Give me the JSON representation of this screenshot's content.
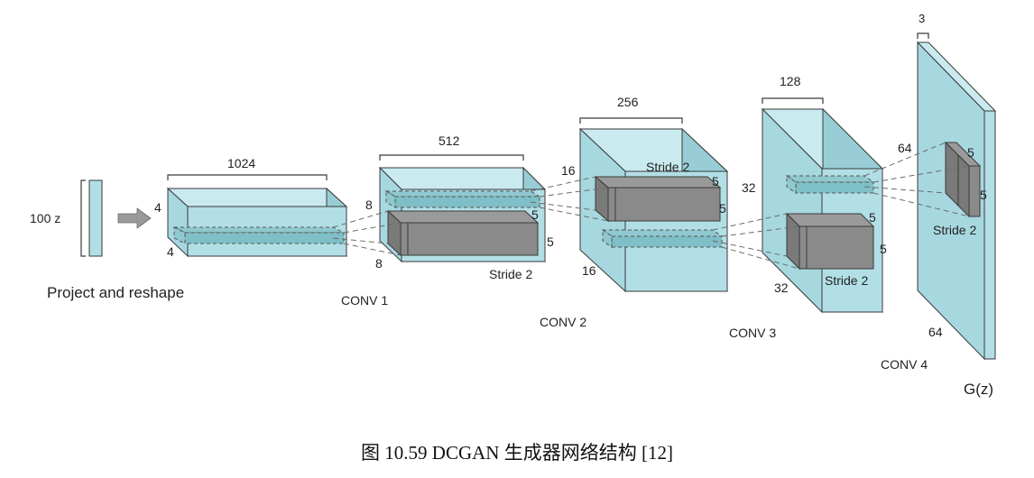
{
  "colors": {
    "layer_front": "#b2dfe6",
    "layer_top": "#c9ebf0",
    "layer_side": "#98cdd6",
    "edge": "#3a3a3a",
    "kernel": "#8a8a8a",
    "dashed": "#666666"
  },
  "input": {
    "label": "100 z",
    "caption": "Project and reshape"
  },
  "layers": {
    "l0": {
      "width_label": "1024",
      "h1": "4",
      "h2": "4"
    },
    "conv1": {
      "name": "CONV 1",
      "width_label": "512",
      "h1": "8",
      "h2": "8",
      "k1": "5",
      "k2": "5",
      "stride": "Stride 2"
    },
    "conv2": {
      "name": "CONV 2",
      "width_label": "256",
      "h1": "16",
      "h2": "16",
      "k1": "5",
      "k2": "5",
      "stride": "Stride 2"
    },
    "conv3": {
      "name": "CONV 3",
      "width_label": "128",
      "h1": "32",
      "h2": "32",
      "k1": "5",
      "k2": "5",
      "stride": "Stride 2"
    },
    "conv4": {
      "name": "CONV 4",
      "width_label": "3",
      "h1": "64",
      "h2": "64",
      "k1": "5",
      "k2": "5",
      "stride": "Stride 2"
    }
  },
  "output": {
    "label": "G(z)"
  },
  "caption": "图  10.59 DCGAN 生成器网络结构  [12]"
}
